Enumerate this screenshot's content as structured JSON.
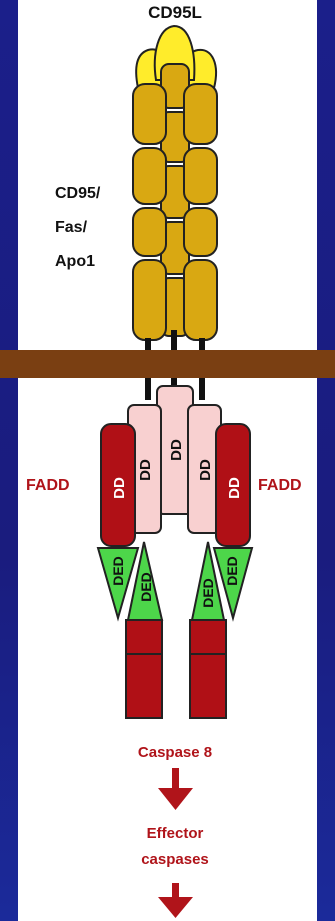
{
  "labels": {
    "ligand": "CD95L",
    "receptor_line1": "CD95/",
    "receptor_line2": "Fas/",
    "receptor_line3": "Apo1",
    "fadd_left": "FADD",
    "fadd_right": "FADD",
    "caspase8": "Caspase 8",
    "effector_line1": "Effector",
    "effector_line2": "caspases"
  },
  "domains": {
    "dd": "DD",
    "ded": "DED"
  },
  "colors": {
    "background": "#1b1f8a",
    "panel": "#ffffff",
    "ligand": "#ffec2b",
    "receptor": "#d9a812",
    "membrane": "#7a3f12",
    "pink_dd": "#f8d0d0",
    "fadd_red": "#b01016",
    "ded_green": "#4dd64a",
    "text_dark": "#111111",
    "text_red": "#b0141a"
  }
}
